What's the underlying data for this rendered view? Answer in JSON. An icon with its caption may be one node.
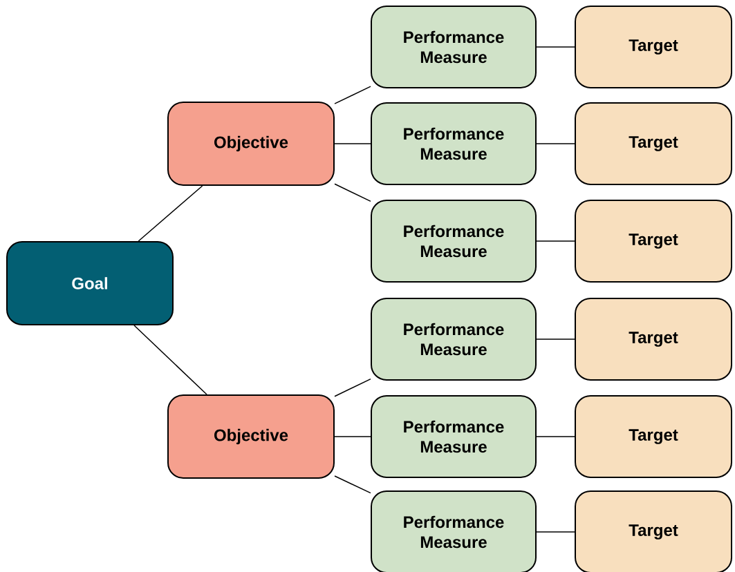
{
  "diagram": {
    "nodes": [
      {
        "text": [
          "Goal"
        ]
      },
      {
        "text": [
          "Objective"
        ]
      },
      {
        "text": [
          "Objective"
        ]
      },
      {
        "text": [
          "Performance Measure"
        ]
      },
      {
        "text": [
          "Performance Measure"
        ]
      },
      {
        "text": [
          "Performance Measure"
        ]
      },
      {
        "text": [
          "Performance Measure"
        ]
      },
      {
        "text": [
          "Performance Measure"
        ]
      },
      {
        "text": [
          "Performance Measure"
        ]
      },
      {
        "text": [
          "Target"
        ]
      },
      {
        "text": [
          "Target"
        ]
      },
      {
        "text": [
          "Target"
        ]
      },
      {
        "text": [
          "Target"
        ]
      },
      {
        "text": [
          "Target"
        ]
      },
      {
        "text": [
          "Target"
        ]
      }
    ],
    "edges": [
      {
        "from": 0,
        "to": 1,
        "arrow": "none"
      },
      {
        "from": 0,
        "to": 2,
        "arrow": "none"
      },
      {
        "from": 1,
        "to": 3,
        "arrow": "none"
      },
      {
        "from": 1,
        "to": 4,
        "arrow": "none"
      },
      {
        "from": 1,
        "to": 5,
        "arrow": "none"
      },
      {
        "from": 2,
        "to": 6,
        "arrow": "none"
      },
      {
        "from": 2,
        "to": 7,
        "arrow": "none"
      },
      {
        "from": 2,
        "to": 8,
        "arrow": "none"
      },
      {
        "from": 3,
        "to": 9,
        "arrow": "none"
      },
      {
        "from": 4,
        "to": 10,
        "arrow": "none"
      },
      {
        "from": 5,
        "to": 11,
        "arrow": "none"
      },
      {
        "from": 6,
        "to": 12,
        "arrow": "none"
      },
      {
        "from": 7,
        "to": 13,
        "arrow": "none"
      },
      {
        "from": 8,
        "to": 14,
        "arrow": "none"
      }
    ]
  }
}
